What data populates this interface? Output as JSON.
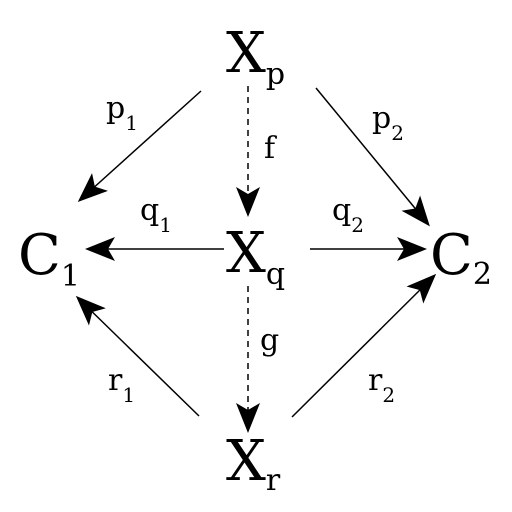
{
  "nodes": {
    "xp": {
      "main": "X",
      "sub": "p"
    },
    "xq": {
      "main": "X",
      "sub": "q"
    },
    "xr": {
      "main": "X",
      "sub": "r"
    },
    "c1": {
      "main": "C",
      "sub": "1"
    },
    "c2": {
      "main": "C",
      "sub": "2"
    }
  },
  "edges": {
    "p1": {
      "main": "p",
      "sub": "1"
    },
    "p2": {
      "main": "p",
      "sub": "2"
    },
    "q1": {
      "main": "q",
      "sub": "1"
    },
    "q2": {
      "main": "q",
      "sub": "2"
    },
    "r1": {
      "main": "r",
      "sub": "1"
    },
    "r2": {
      "main": "r",
      "sub": "2"
    },
    "f": {
      "main": "f"
    },
    "g": {
      "main": "g"
    }
  },
  "colors": {
    "ink": "#000000",
    "background": "#ffffff"
  }
}
